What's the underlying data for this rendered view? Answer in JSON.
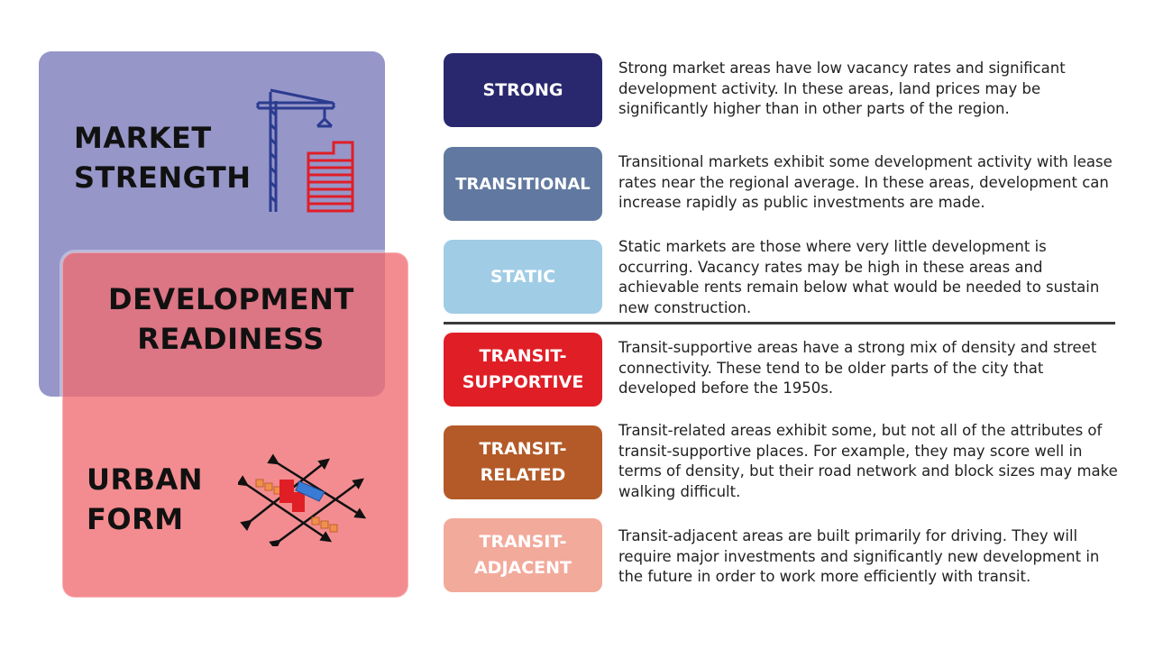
{
  "panels": {
    "market_strength": {
      "lines": [
        "MARKET",
        "STRENGTH"
      ],
      "color": "#9696c9"
    },
    "development_readiness": {
      "lines": [
        "DEVELOPMENT",
        "READINESS"
      ]
    },
    "urban_form": {
      "lines": [
        "URBAN",
        "FORM"
      ],
      "color": "#f06c71"
    }
  },
  "icons": {
    "market": "construction-crane-icon",
    "urban": "urban-grid-arrows-icon"
  },
  "categories": [
    {
      "id": "strong",
      "label_lines": [
        "STRONG"
      ],
      "color": "#29286e",
      "description": "Strong market areas have low vacancy rates and significant development activity.  In these areas, land prices may be significantly higher than in other parts of the region."
    },
    {
      "id": "transitional",
      "label_lines": [
        "TRANSITIONAL"
      ],
      "color": "#6179a0",
      "description": "Transitional markets exhibit some development activity with lease rates near the regional average.  In these areas, development can increase rapidly as public investments are made."
    },
    {
      "id": "static",
      "label_lines": [
        "STATIC"
      ],
      "color": "#a0cce6",
      "description": "Static markets are those where very little development is occurring.  Vacancy rates may be high in these areas and achievable rents remain below what would be needed to sustain new construction."
    },
    {
      "id": "transit-supportive",
      "label_lines": [
        "TRANSIT-",
        "SUPPORTIVE"
      ],
      "color": "#e01e26",
      "description": "Transit-supportive areas have a strong mix of density and street connectivity.  These tend to be older parts of the city that developed before the 1950s."
    },
    {
      "id": "transit-related",
      "label_lines": [
        "TRANSIT-",
        "RELATED"
      ],
      "color": "#b35a28",
      "description": "Transit-related areas exhibit some, but not all of the attributes of transit-supportive places.  For example, they may score well in terms of density, but their road network and block sizes may make walking difficult."
    },
    {
      "id": "transit-adjacent",
      "label_lines": [
        "TRANSIT-",
        "ADJACENT"
      ],
      "color": "#f2aa9b",
      "description": "Transit-adjacent areas are built primarily for driving.  They will require major investments and significantly new development in the future in order to work more efficiently with transit."
    }
  ]
}
